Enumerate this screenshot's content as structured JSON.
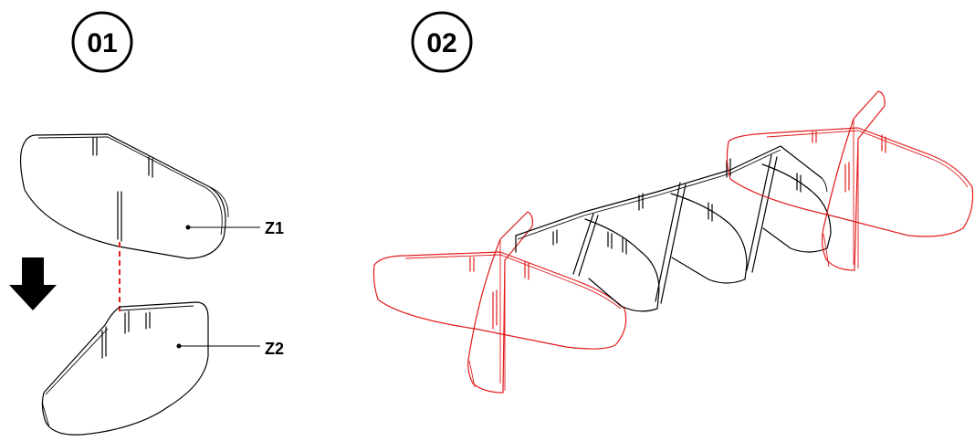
{
  "steps": [
    {
      "label": "01"
    },
    {
      "label": "02"
    }
  ],
  "parts": {
    "upper": "Z1",
    "lower": "Z2"
  },
  "colors": {
    "outline": "#000000",
    "highlight": "#e21b1b",
    "arrow": "#000000"
  },
  "icons": {
    "direction": "down-arrow-icon"
  }
}
